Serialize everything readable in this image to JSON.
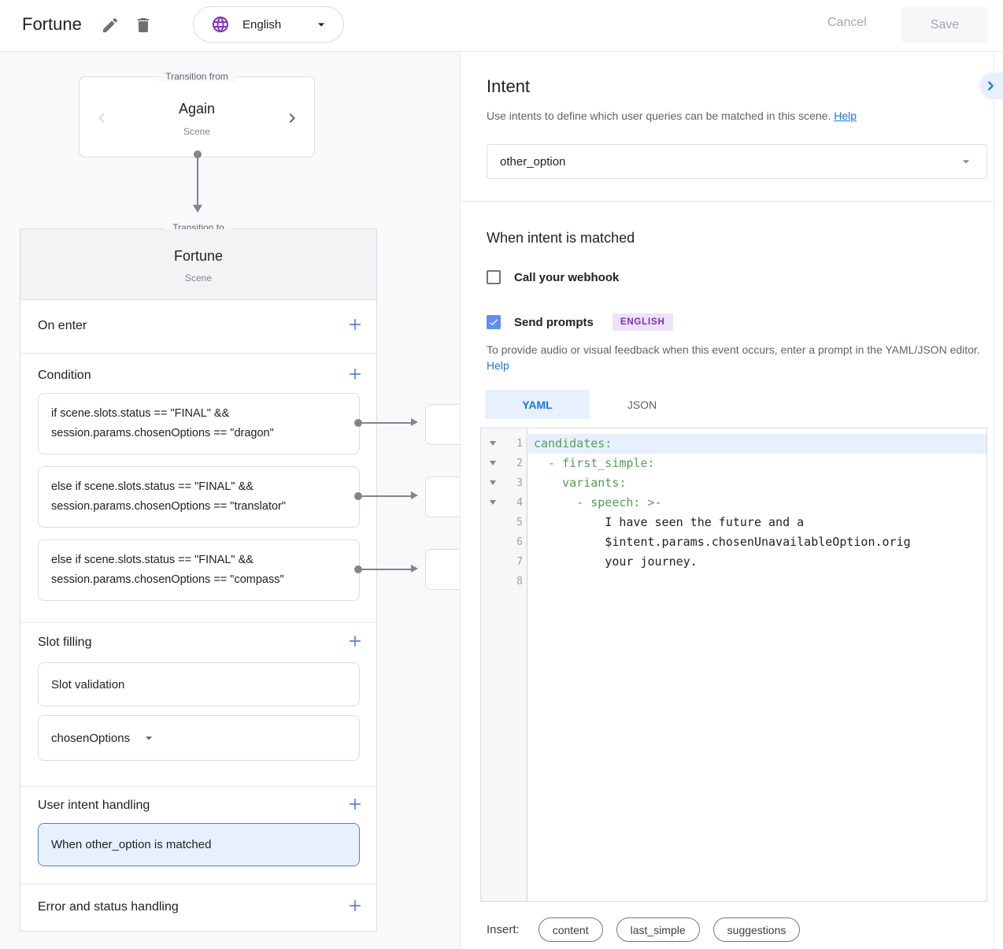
{
  "colors": {
    "accent_blue": "#1a73e8",
    "plus_blue": "#5b7cea",
    "selected_bg": "#e8f0fe",
    "selected_border": "#4f7ce8",
    "globe_purple": "#8430ce",
    "badge_bg": "#ece3fa",
    "badge_text": "#7b2cbf",
    "code_green": "#53a053",
    "checkbox_blue": "#5f8df6",
    "connector_gray": "#80868b"
  },
  "header": {
    "title": "Fortune",
    "language_label": "English",
    "cancel_label": "Cancel",
    "save_label": "Save"
  },
  "icons": {
    "edit": "pencil-icon",
    "delete": "trash-icon",
    "language": "globe-icon",
    "dropdown": "caret-down-icon",
    "prev": "chevron-left-icon",
    "next": "chevron-right-icon",
    "collapse": "chevron-right-icon",
    "add": "plus-icon",
    "checked": "check-icon",
    "fold": "triangle-down-icon"
  },
  "canvas": {
    "transition_from": {
      "legend": "Transition from",
      "scene_name": "Again",
      "scene_type": "Scene"
    },
    "transition_to": {
      "legend": "Transition to",
      "scene_name": "Fortune",
      "scene_type": "Scene"
    },
    "sections": {
      "on_enter": "On enter",
      "condition": "Condition",
      "slot_filling": "Slot filling",
      "user_intent_handling": "User intent handling",
      "error_handling": "Error and status handling"
    },
    "conditions": [
      {
        "line1": "if scene.slots.status == \"FINAL\" &&",
        "line2": "session.params.chosenOptions == \"dragon\""
      },
      {
        "line1": "else if scene.slots.status == \"FINAL\" &&",
        "line2": "session.params.chosenOptions == \"translator\""
      },
      {
        "line1": "else if scene.slots.status == \"FINAL\" &&",
        "line2": "session.params.chosenOptions == \"compass\""
      }
    ],
    "slot_cards": {
      "validation": "Slot validation",
      "slot_name": "chosenOptions"
    },
    "intent_card": "When other_option is matched"
  },
  "intent_panel": {
    "title": "Intent",
    "description": "Use intents to define which user queries can be matched in this scene.",
    "help_label": "Help",
    "selected_intent": "other_option",
    "matched_title": "When intent is matched",
    "webhook_label": "Call your webhook",
    "send_prompts_label": "Send prompts",
    "language_badge": "ENGLISH",
    "prompt_description": "To provide audio or visual feedback when this event occurs, enter a prompt in the YAML/JSON editor.",
    "prompt_help_label": "Help"
  },
  "editor": {
    "tabs": [
      {
        "label": "YAML"
      },
      {
        "label": "JSON"
      }
    ],
    "active_tab": "YAML",
    "lines": [
      {
        "num": "1",
        "code": "candidates:"
      },
      {
        "num": "2",
        "code": "  - first_simple:"
      },
      {
        "num": "3",
        "code": "    variants:"
      },
      {
        "num": "4",
        "code": "      - speech: >-"
      },
      {
        "num": "5",
        "code": "          I have seen the future and a"
      },
      {
        "num": "6",
        "code": "          $intent.params.chosenUnavailableOption.orig"
      },
      {
        "num": "7",
        "code": "          your journey."
      },
      {
        "num": "8",
        "code": ""
      }
    ],
    "insert_label": "Insert:",
    "insert_buttons": [
      {
        "label": "content"
      },
      {
        "label": "last_simple"
      },
      {
        "label": "suggestions"
      }
    ]
  }
}
